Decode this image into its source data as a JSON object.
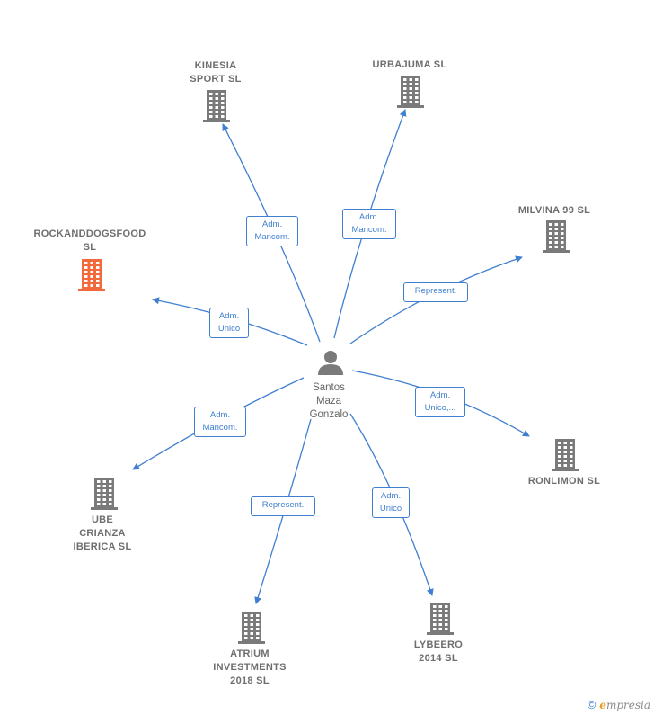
{
  "center": {
    "name_lines": [
      "Santos",
      "Maza",
      "Gonzalo"
    ],
    "icon": "person-icon"
  },
  "companies": [
    {
      "id": "kinesia",
      "lines": [
        "KINESIA",
        "SPORT  SL"
      ],
      "color": "#7a7a7a"
    },
    {
      "id": "urbajuma",
      "lines": [
        "URBAJUMA  SL"
      ],
      "color": "#7a7a7a"
    },
    {
      "id": "milvina",
      "lines": [
        "MILVINA 99 SL"
      ],
      "color": "#7a7a7a"
    },
    {
      "id": "rockanddogs",
      "lines": [
        "ROCKANDDOGSFOOD",
        "SL"
      ],
      "color": "#f26a3c"
    },
    {
      "id": "ronlimon",
      "lines": [
        "RONLIMON SL"
      ],
      "color": "#7a7a7a"
    },
    {
      "id": "ube",
      "lines": [
        "UBE",
        "CRIANZA",
        "IBERICA  SL"
      ],
      "color": "#7a7a7a"
    },
    {
      "id": "atrium",
      "lines": [
        "ATRIUM",
        "INVESTMENTS",
        "2018  SL"
      ],
      "color": "#7a7a7a"
    },
    {
      "id": "lybeero",
      "lines": [
        "LYBEERO",
        "2014  SL"
      ],
      "color": "#7a7a7a"
    }
  ],
  "relations": [
    {
      "to": "kinesia",
      "lines": [
        "Adm.",
        "Mancom."
      ]
    },
    {
      "to": "urbajuma",
      "lines": [
        "Adm.",
        "Mancom."
      ]
    },
    {
      "to": "milvina",
      "lines": [
        "Represent."
      ]
    },
    {
      "to": "rockanddogs",
      "lines": [
        "Adm.",
        "Unico"
      ]
    },
    {
      "to": "ronlimon",
      "lines": [
        "Adm.",
        "Unico,..."
      ]
    },
    {
      "to": "ube",
      "lines": [
        "Adm.",
        "Mancom."
      ]
    },
    {
      "to": "atrium",
      "lines": [
        "Represent."
      ]
    },
    {
      "to": "lybeero",
      "lines": [
        "Adm.",
        "Unico"
      ]
    }
  ],
  "colors": {
    "edge": "#3f7fd0",
    "building": "#7a7a7a",
    "highlight": "#f26a3c",
    "person": "#7a7a7a"
  },
  "footer": {
    "copyright": "©",
    "brand_initial": "e",
    "brand_rest": "mpresia"
  }
}
